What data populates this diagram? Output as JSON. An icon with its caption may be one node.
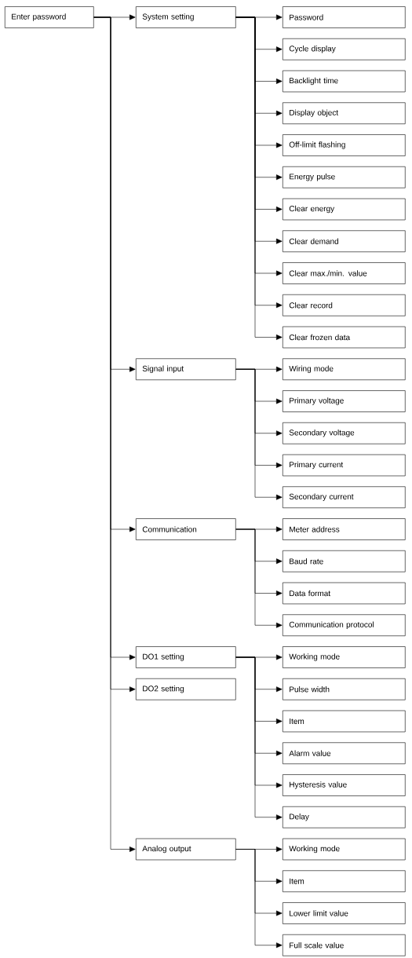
{
  "diagram": {
    "nodes": [
      {
        "text": [
          "Enter password"
        ]
      },
      {
        "text": [
          "System setting"
        ]
      },
      {
        "text": [
          "Password"
        ]
      },
      {
        "text": [
          "Cycle display"
        ]
      },
      {
        "text": [
          "Backlight time"
        ]
      },
      {
        "text": [
          "Display object"
        ]
      },
      {
        "text": [
          "Off-limit flashing"
        ]
      },
      {
        "text": [
          "Energy pulse"
        ]
      },
      {
        "text": [
          "Clear energy"
        ]
      },
      {
        "text": [
          "Clear demand"
        ]
      },
      {
        "text": [
          "Clear max./min. value"
        ]
      },
      {
        "text": [
          "Clear record"
        ]
      },
      {
        "text": [
          "Clear frozen data"
        ]
      },
      {
        "text": [
          "Signal input"
        ]
      },
      {
        "text": [
          "Wiring mode"
        ]
      },
      {
        "text": [
          "Primary voltage"
        ]
      },
      {
        "text": [
          "Secondary voltage"
        ]
      },
      {
        "text": [
          "Primary current"
        ]
      },
      {
        "text": [
          "Secondary current"
        ]
      },
      {
        "text": [
          "Communication"
        ]
      },
      {
        "text": [
          "Meter address"
        ]
      },
      {
        "text": [
          "Baud rate"
        ]
      },
      {
        "text": [
          "Data format"
        ]
      },
      {
        "text": [
          "Communication protocol"
        ]
      },
      {
        "text": [
          "DO1 setting"
        ]
      },
      {
        "text": [
          "Working mode"
        ]
      },
      {
        "text": [
          "DO2 setting"
        ]
      },
      {
        "text": [
          "Pulse width"
        ]
      },
      {
        "text": [
          "Item"
        ]
      },
      {
        "text": [
          "Alarm value"
        ]
      },
      {
        "text": [
          "Hysteresis value"
        ]
      },
      {
        "text": [
          "Delay"
        ]
      },
      {
        "text": [
          "Analog output"
        ]
      },
      {
        "text": [
          "Working mode"
        ]
      },
      {
        "text": [
          "Item"
        ]
      },
      {
        "text": [
          "Lower limit value"
        ]
      },
      {
        "text": [
          "Full scale value"
        ]
      }
    ],
    "edges": [
      {
        "from": 0,
        "to": 1,
        "arrow": "to"
      },
      {
        "from": 0,
        "to": 13,
        "arrow": "to"
      },
      {
        "from": 0,
        "to": 19,
        "arrow": "to"
      },
      {
        "from": 0,
        "to": 24,
        "arrow": "to"
      },
      {
        "from": 0,
        "to": 26,
        "arrow": "to"
      },
      {
        "from": 0,
        "to": 32,
        "arrow": "to"
      },
      {
        "from": 1,
        "to": 2,
        "arrow": "to"
      },
      {
        "from": 1,
        "to": 3,
        "arrow": "to"
      },
      {
        "from": 1,
        "to": 4,
        "arrow": "to"
      },
      {
        "from": 1,
        "to": 5,
        "arrow": "to"
      },
      {
        "from": 1,
        "to": 6,
        "arrow": "to"
      },
      {
        "from": 1,
        "to": 7,
        "arrow": "to"
      },
      {
        "from": 1,
        "to": 8,
        "arrow": "to"
      },
      {
        "from": 1,
        "to": 9,
        "arrow": "to"
      },
      {
        "from": 1,
        "to": 10,
        "arrow": "to"
      },
      {
        "from": 1,
        "to": 11,
        "arrow": "to"
      },
      {
        "from": 1,
        "to": 12,
        "arrow": "to"
      },
      {
        "from": 13,
        "to": 14,
        "arrow": "to"
      },
      {
        "from": 13,
        "to": 15,
        "arrow": "to"
      },
      {
        "from": 13,
        "to": 16,
        "arrow": "to"
      },
      {
        "from": 13,
        "to": 17,
        "arrow": "to"
      },
      {
        "from": 13,
        "to": 18,
        "arrow": "to"
      },
      {
        "from": 19,
        "to": 20,
        "arrow": "to"
      },
      {
        "from": 19,
        "to": 21,
        "arrow": "to"
      },
      {
        "from": 19,
        "to": 22,
        "arrow": "to"
      },
      {
        "from": 19,
        "to": 23,
        "arrow": "to"
      },
      {
        "from": 24,
        "to": 25,
        "arrow": "to"
      },
      {
        "from": 24,
        "to": 27,
        "arrow": "to"
      },
      {
        "from": 24,
        "to": 28,
        "arrow": "to"
      },
      {
        "from": 24,
        "to": 29,
        "arrow": "to"
      },
      {
        "from": 24,
        "to": 30,
        "arrow": "to"
      },
      {
        "from": 24,
        "to": 31,
        "arrow": "to"
      },
      {
        "from": 32,
        "to": 33,
        "arrow": "to"
      },
      {
        "from": 32,
        "to": 34,
        "arrow": "to"
      },
      {
        "from": 32,
        "to": 35,
        "arrow": "to"
      },
      {
        "from": 32,
        "to": 36,
        "arrow": "to"
      }
    ]
  }
}
